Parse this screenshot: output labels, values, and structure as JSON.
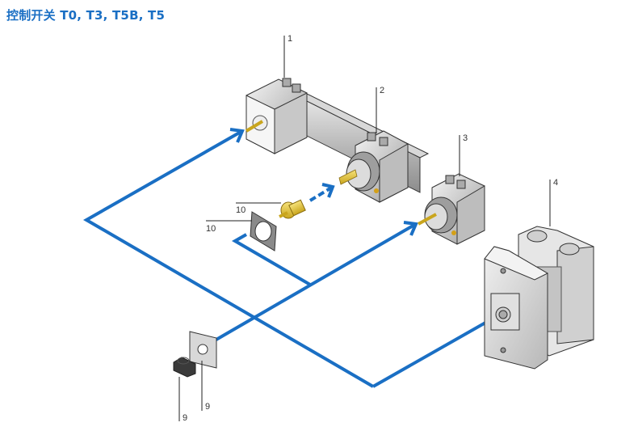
{
  "title": "控制开关 T0, T3, T5B, T5",
  "colors": {
    "accent": "#1a6fc4",
    "arrow": "#1a6fc4"
  },
  "callouts": [
    {
      "id": "1",
      "label": "1",
      "part": "switch-with-rail"
    },
    {
      "id": "2",
      "label": "2",
      "part": "rotary-switch-on-rail"
    },
    {
      "id": "3",
      "label": "3",
      "part": "rotary-switch"
    },
    {
      "id": "4",
      "label": "4",
      "part": "enclosure"
    },
    {
      "id": "10a",
      "label": "10",
      "part": "shaft-extension"
    },
    {
      "id": "10b",
      "label": "10",
      "part": "gasket-plate"
    },
    {
      "id": "9a",
      "label": "9",
      "part": "front-plate"
    },
    {
      "id": "9b",
      "label": "9",
      "part": "handle"
    }
  ]
}
